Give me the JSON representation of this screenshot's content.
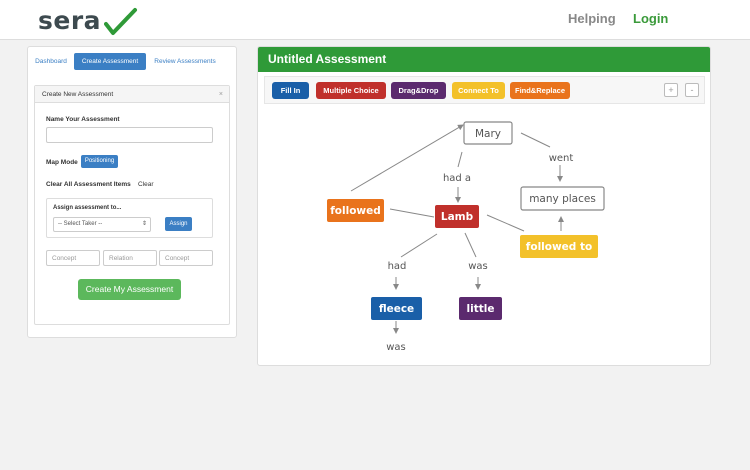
{
  "header": {
    "logo_text": "sera",
    "nav": {
      "helping": "Helping",
      "login": "Login"
    },
    "colors": {
      "login": "#3a9a3a",
      "logo": "#3d4a4f"
    }
  },
  "left_panel": {
    "tabs": [
      "Dashboard",
      "Create Assessment",
      "Review Assessments"
    ],
    "card_title": "Create New Assessment",
    "close_symbol": "×",
    "name_label": "Name Your Assessment",
    "name_value": "",
    "map_mode_label": "Map Mode",
    "map_mode_button": "Positioning",
    "clear_label": "Clear All Assessment Items",
    "clear_link": "Clear",
    "assign_label": "Assign assessment to...",
    "select_value": "-- Select Taker --",
    "assign_button": "Assign",
    "concept_placeholder_1": "Concept",
    "relation_placeholder": "Relation",
    "concept_placeholder_2": "Concept",
    "create_button": "Create My Assessment"
  },
  "assessment": {
    "title": "Untitled Assessment",
    "header_color": "#2f9a38",
    "tools": [
      {
        "label": "Fill In",
        "color": "#1a5fa8"
      },
      {
        "label": "Multiple Choice",
        "color": "#c0302b"
      },
      {
        "label": "Drag&Drop",
        "color": "#5b2a6e"
      },
      {
        "label": "Connect To",
        "color": "#f3c12a"
      },
      {
        "label": "Find&Replace",
        "color": "#e9731c"
      }
    ],
    "zoom_in": "+",
    "zoom_out": "-"
  },
  "concept_map": {
    "nodes": [
      {
        "id": "mary",
        "label": "Mary",
        "style": "outline"
      },
      {
        "id": "many",
        "label": "many places",
        "style": "outline"
      },
      {
        "id": "followed",
        "label": "followed",
        "style": "filled",
        "color": "#e9731c"
      },
      {
        "id": "lamb",
        "label": "Lamb",
        "style": "filled",
        "color": "#c0302b"
      },
      {
        "id": "followed_to",
        "label": "followed to",
        "style": "filled",
        "color": "#f3c12a"
      },
      {
        "id": "fleece",
        "label": "fleece",
        "style": "filled",
        "color": "#1a5fa8"
      },
      {
        "id": "little",
        "label": "little",
        "style": "filled",
        "color": "#5b2a6e"
      }
    ],
    "link_labels": [
      "went",
      "had a",
      "had",
      "was",
      "was"
    ]
  }
}
